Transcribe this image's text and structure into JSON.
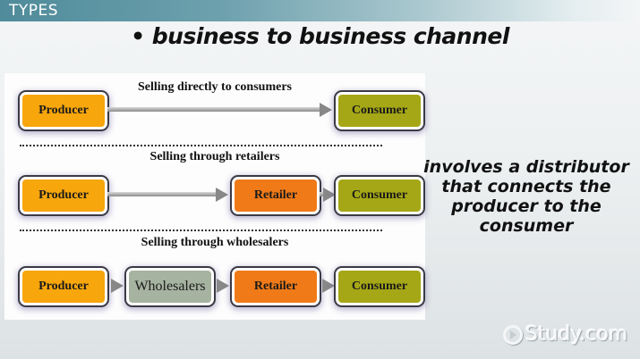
{
  "header": {
    "section_label": "TYPES"
  },
  "headline": {
    "bullet": "•",
    "text": "business to business channel"
  },
  "diagram": {
    "rows": [
      {
        "title": "Selling directly to consumers",
        "nodes": [
          "Producer",
          "Consumer"
        ]
      },
      {
        "title": "Selling through retailers",
        "nodes": [
          "Producer",
          "Retailer",
          "Consumer"
        ]
      },
      {
        "title": "Selling through wholesalers",
        "nodes": [
          "Producer",
          "Wholesalers",
          "Retailer",
          "Consumer"
        ]
      }
    ],
    "colors": {
      "producer": "#f7a60c",
      "retailer": "#f07a18",
      "wholesaler": "#a6b3a0",
      "consumer": "#a5a716"
    }
  },
  "note": {
    "lines": [
      "involves a distributor",
      "that connects the",
      "producer to the",
      "consumer"
    ]
  },
  "branding": {
    "logo_text": "Study.com",
    "logo_icon": "play-circle-icon"
  }
}
